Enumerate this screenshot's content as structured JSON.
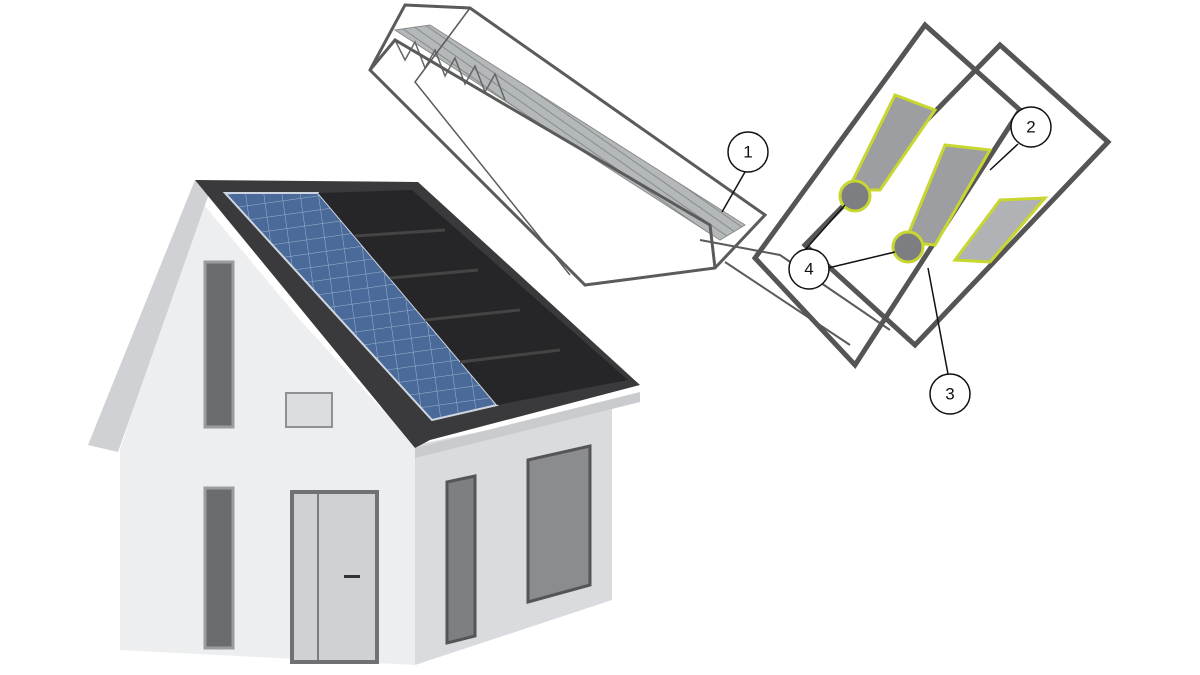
{
  "callouts": {
    "c1": "1",
    "c2": "2",
    "c3": "3",
    "c4": "4"
  },
  "colors": {
    "wall": "#e9eaec",
    "wall_side": "#d7d9dc",
    "roof": "#2a2a2c",
    "solar": "#3f5a86",
    "frame": "#5a5a5a",
    "highlight": "#c8d630"
  }
}
